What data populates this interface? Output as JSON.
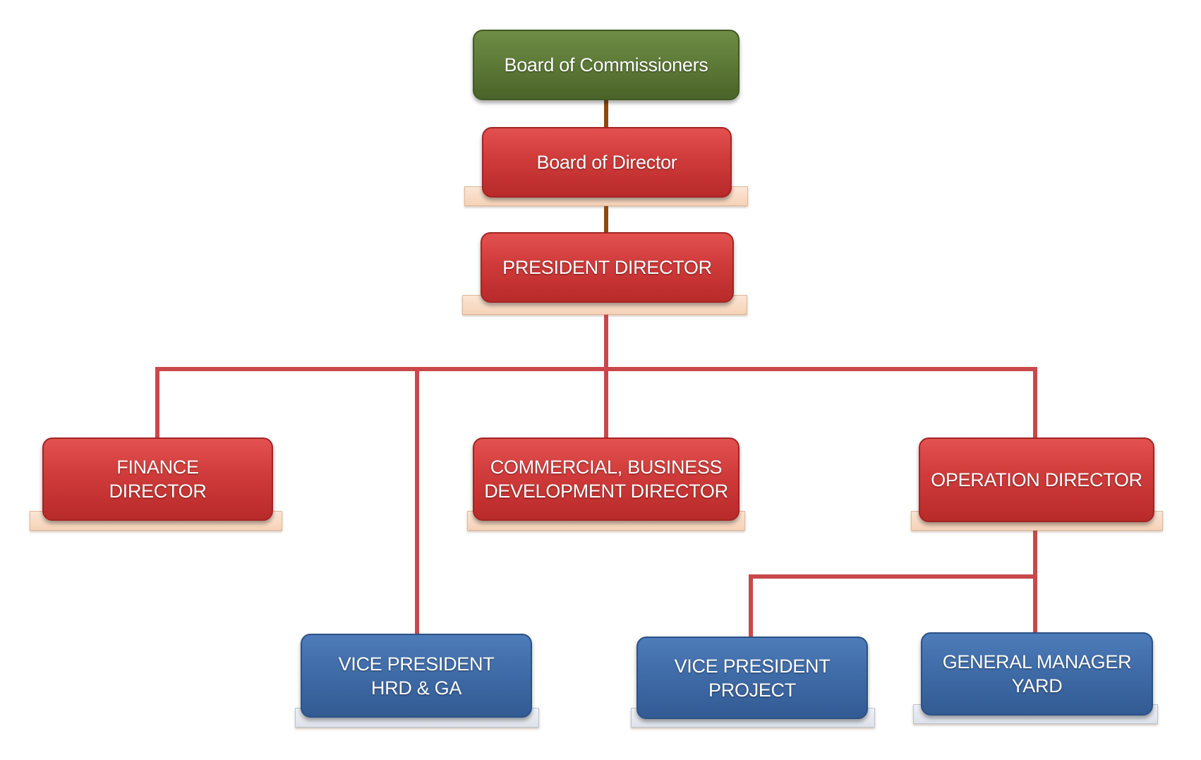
{
  "nodes": {
    "board_of_commissioners": "Board of Commissioners",
    "board_of_director": "Board of Director",
    "president_director": "PRESIDENT DIRECTOR",
    "finance_director": "FINANCE\nDIRECTOR",
    "commercial_director": "COMMERCIAL, BUSINESS\nDEVELOPMENT  DIRECTOR",
    "operation_director": "OPERATION DIRECTOR",
    "vp_hrd_ga": "VICE PRESIDENT\nHRD & GA",
    "vp_project": "VICE PRESIDENT\nPROJECT",
    "gm_yard": "GENERAL MANAGER\nYARD"
  },
  "colors": {
    "commissioners_fill": "#5b7736",
    "director_fill": "#cf3b3a",
    "vp_fill": "#3e6aa6",
    "top_connector": "#8a4a12",
    "connector": "#c9484a"
  }
}
